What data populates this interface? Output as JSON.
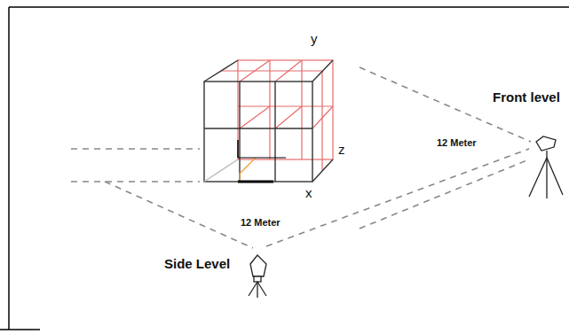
{
  "diagram": {
    "labels": [
      "y",
      "z",
      "x",
      "12 Meter",
      "12 Meter",
      "Front level",
      "Side Level"
    ]
  }
}
